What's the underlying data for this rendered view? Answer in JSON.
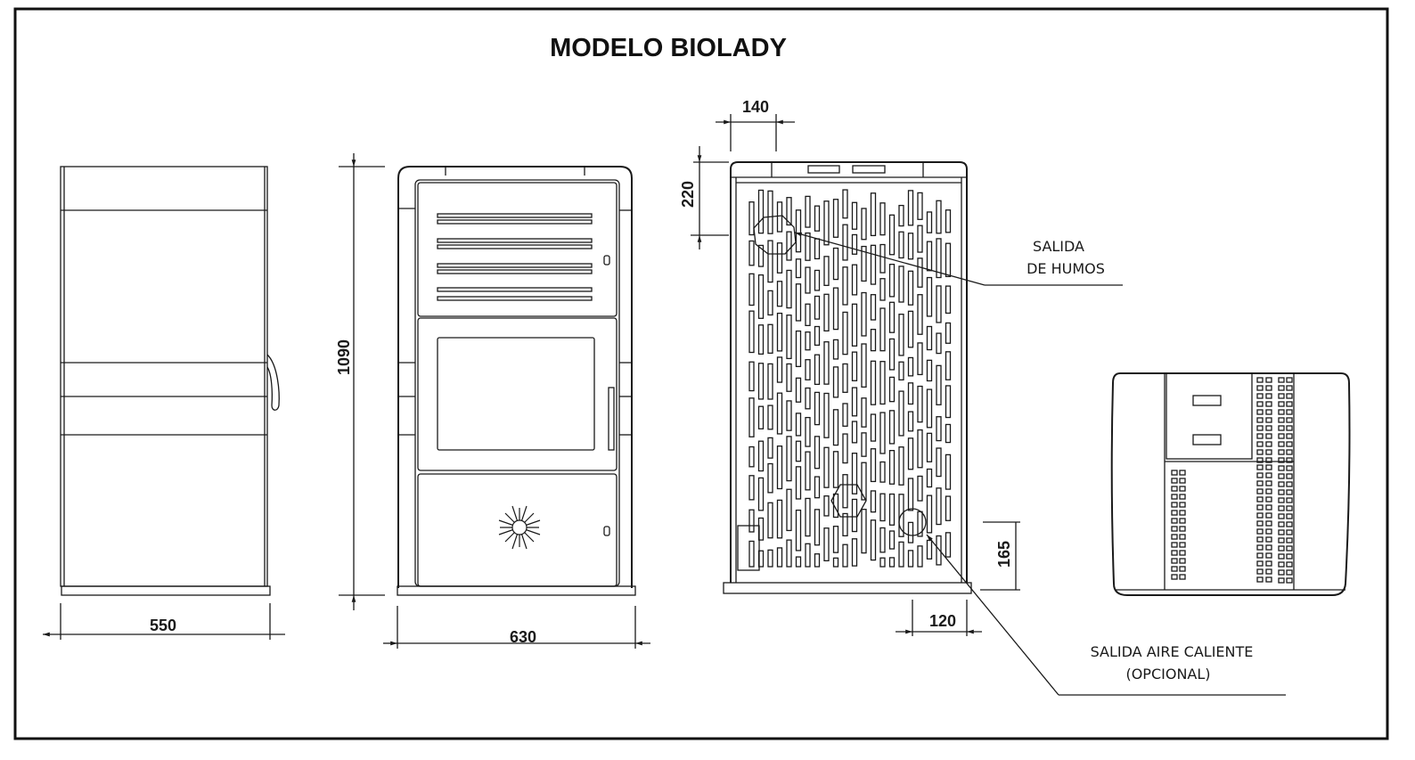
{
  "title": "MODELO BIOLADY",
  "dimensions": {
    "width_side": "550",
    "width_front": "630",
    "height": "1090",
    "flue_offset_x": "140",
    "flue_offset_y": "220",
    "hot_air_offset_y": "165",
    "hot_air_offset_x": "120"
  },
  "labels": {
    "smoke_outlet_line1": "SALIDA",
    "smoke_outlet_line2": "DE HUMOS",
    "hot_air_line1": "SALIDA AIRE CALIENTE",
    "hot_air_line2": "(OPCIONAL)"
  }
}
